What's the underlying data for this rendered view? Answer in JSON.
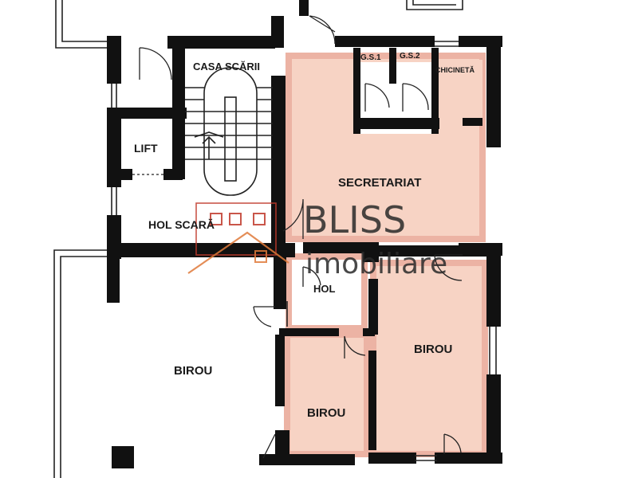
{
  "plan": {
    "rooms": {
      "casa_scarii": "CASA SCĂRII",
      "lift": "LIFT",
      "hol_scara": "HOL SCARĂ",
      "gs1": "G.S.1",
      "gs2": "G.S.2",
      "chicineta": "CHICINETĂ",
      "secretariat": "SECRETARIAT",
      "hol": "HOL",
      "birou_large": "BIROU",
      "birou_right": "BIROU",
      "birou_bottom": "BIROU"
    },
    "colors": {
      "highlight_fill": "#f7d3c4",
      "highlight_stroke": "#ecb3a4",
      "wall": "#111111"
    }
  },
  "watermark": {
    "line1": "BLISS",
    "line2": "imobiliare",
    "logo_color": "#c0392b",
    "roof_color": "#e07a3a"
  }
}
